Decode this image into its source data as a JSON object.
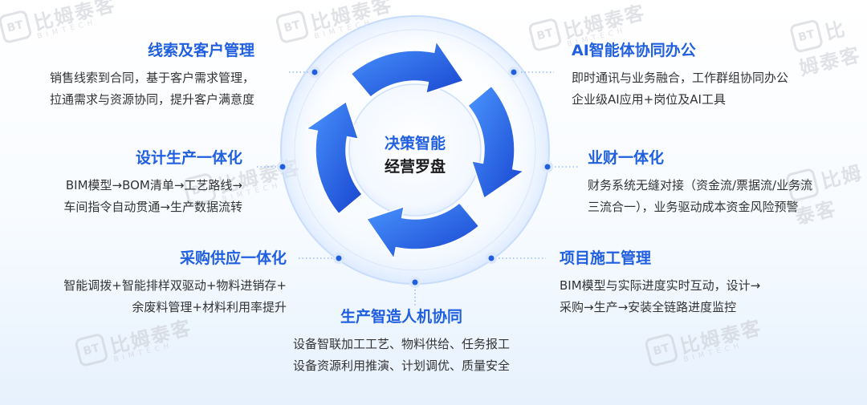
{
  "center": {
    "line1": "决策智能",
    "line2": "经营罗盘"
  },
  "watermark": {
    "brand": "比姆泰客",
    "sub": "BIMTECH",
    "logo": "BT"
  },
  "colors": {
    "accent": "#1f5fe0",
    "arrow_light": "#3f8cff",
    "arrow_dark": "#1a4fd6",
    "text": "#333333"
  },
  "blocks": [
    {
      "title": "线索及客户管理",
      "lines": [
        "销售线索到合同，基于客户需求管理，",
        "拉通需求与资源协同，提升客户满意度"
      ]
    },
    {
      "title": "设计生产一体化",
      "lines": [
        "BIM模型→BOM清单→工艺路线→",
        "车间指令自动贯通→生产数据流转"
      ]
    },
    {
      "title": "采购供应一体化",
      "lines": [
        "智能调拨+智能排样双驱动+物料进销存+",
        "余废料管理+材料利用率提升"
      ]
    },
    {
      "title": "生产智造人机协同",
      "lines": [
        "设备智联加工工艺、物料供给、任务报工",
        "设备资源利用推演、计划调优、质量安全"
      ]
    },
    {
      "title": "AI智能体协同办公",
      "lines": [
        "即时通讯与业务融合，工作群组协同办公",
        "企业级AI应用+岗位及AI工具"
      ]
    },
    {
      "title": "业财一体化",
      "lines": [
        "财务系统无缝对接（资金流/票据流/业务流",
        "三流合一），业务驱动成本资金风险预警"
      ]
    },
    {
      "title": "项目施工管理",
      "lines": [
        "BIM模型与实际进度实时互动，设计→",
        "采购→生产→安装全链路进度监控"
      ]
    }
  ]
}
